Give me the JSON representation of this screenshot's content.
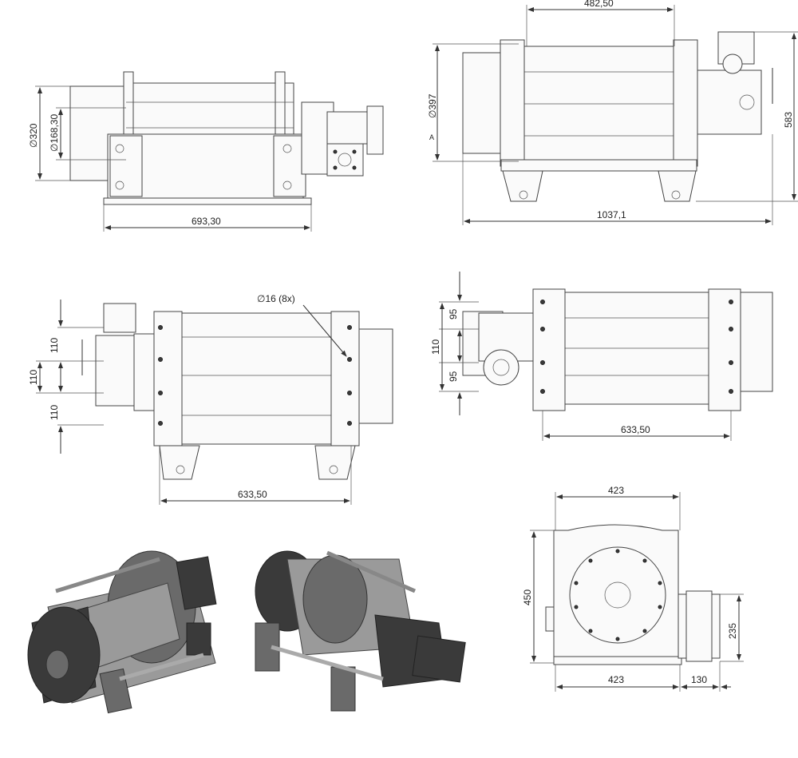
{
  "view_top_left": {
    "dim_width": "693,30",
    "dim_dia_a": "∅320",
    "dim_dia_b": "∅168,30"
  },
  "view_top_right": {
    "dim_top": "482,50",
    "dim_width": "1037,1",
    "dim_height": "583",
    "dim_dia": "∅397",
    "label_a": "A"
  },
  "view_mid_left": {
    "hole_note": "∅16 (8x)",
    "dim_width": "633,50",
    "dim_v1": "110",
    "dim_v2": "110",
    "dim_v3": "110"
  },
  "view_mid_right": {
    "dim_width": "633,50",
    "dim_v1": "95",
    "dim_v2": "110",
    "dim_v3": "95"
  },
  "view_end": {
    "dim_top": "423",
    "dim_bottom": "423",
    "dim_side": "130",
    "dim_height": "450",
    "dim_motor": "235"
  }
}
